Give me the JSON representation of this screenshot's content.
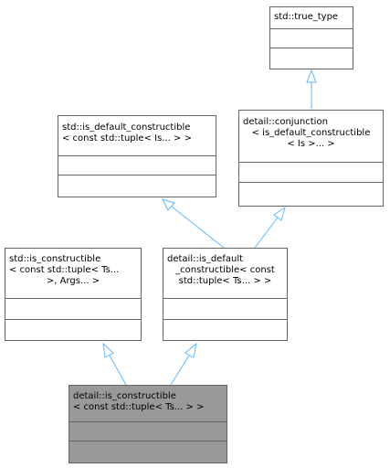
{
  "colors": {
    "edge": "#63b8ff",
    "border": "#666666",
    "current_fill": "#999999",
    "fill": "#ffffff"
  },
  "nodes": {
    "true_type": {
      "lines": [
        "std::true_type"
      ]
    },
    "conjunction": {
      "lines": [
        "detail::conjunction",
        "< is_default_constructible",
        "< Is >... >"
      ]
    },
    "std_is_default_constructible": {
      "lines": [
        "std::is_default_constructible",
        "< const std::tuple< Is... > >"
      ]
    },
    "std_is_constructible": {
      "lines": [
        "std::is_constructible",
        "< const std::tuple< Ts...",
        ">, Args... >"
      ]
    },
    "detail_is_default_constructible": {
      "lines": [
        "detail::is_default",
        "_constructible< const",
        "std::tuple< Ts... > >"
      ]
    },
    "detail_is_constructible": {
      "lines": [
        "detail::is_constructible",
        "< const std::tuple< Ts... > >"
      ]
    }
  },
  "edges": [
    {
      "from": "conjunction",
      "to": "true_type"
    },
    {
      "from": "detail_is_default_constructible",
      "to": "std_is_default_constructible"
    },
    {
      "from": "detail_is_default_constructible",
      "to": "conjunction"
    },
    {
      "from": "detail_is_constructible",
      "to": "std_is_constructible"
    },
    {
      "from": "detail_is_constructible",
      "to": "detail_is_default_constructible"
    }
  ]
}
